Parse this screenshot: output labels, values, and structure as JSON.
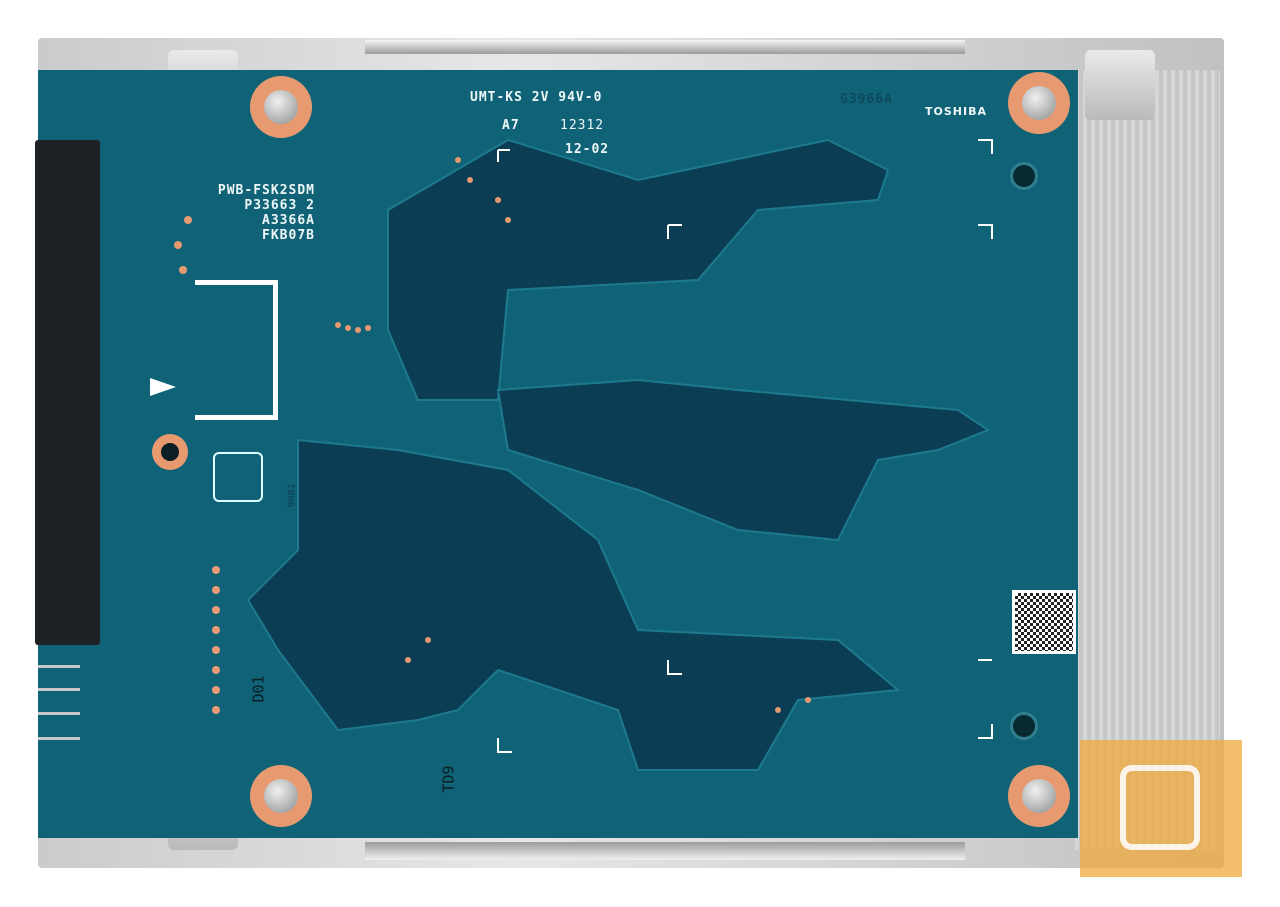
{
  "board": {
    "part_lines": [
      "FKB07B",
      "A3366A",
      "P33663 2",
      "PWB-FSK2SDM"
    ],
    "ul_marking": "UMT-KS 2V 94V-0",
    "rev": "A7",
    "code": "12312",
    "date": "12-02",
    "board_id": "G3966A",
    "brand": "TOSHIBA",
    "ref_d01": "D01",
    "ref_td9": "TD9",
    "ref_9081": "9081"
  },
  "colors": {
    "pcb": "#106377",
    "trace": "#0b3e54",
    "pad": "#e79a6f",
    "watermark": "#f0aa3c"
  }
}
